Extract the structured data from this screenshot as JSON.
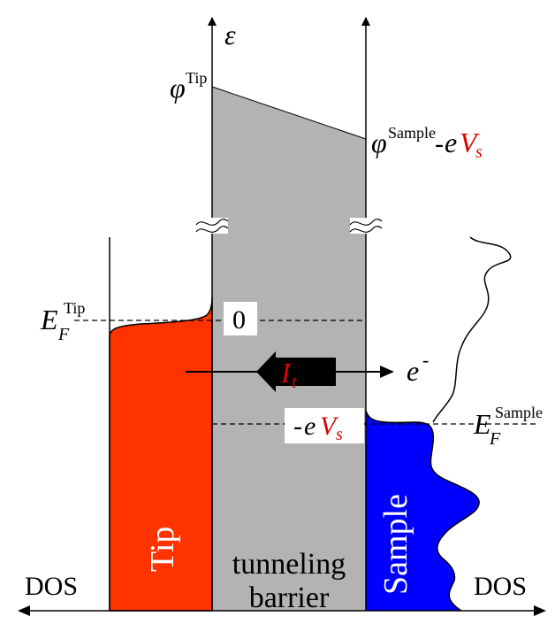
{
  "labels": {
    "energy_axis": "ε",
    "phi_symbol": "φ",
    "phi_tip_sup": "Tip",
    "phi_sample_sup": "Sample",
    "phi_sample_suffix_dash": "-",
    "phi_sample_suffix_e": "e",
    "phi_sample_suffix_V": "V",
    "phi_sample_suffix_s": "s",
    "ef_symbol": "E",
    "ef_sub": "F",
    "ef_tip_sup": "Tip",
    "ef_sample_sup": "Sample",
    "zero_box": "0",
    "neg_ev_dash": "-",
    "neg_ev_e": "e",
    "neg_ev_V": "V",
    "neg_ev_s": "s",
    "current_I": "I",
    "current_sub": "t",
    "electron_e": "e",
    "electron_sup": "-",
    "tip_label": "Tip",
    "sample_label": "Sample",
    "barrier_line1": "tunneling",
    "barrier_line2": "barrier",
    "dos_left": "DOS",
    "dos_right": "DOS"
  },
  "colors": {
    "tip_fill": "#ff3300",
    "sample_fill": "#0000ff",
    "barrier_fill": "#b3b3b3",
    "highlight_red": "#dd0000",
    "line": "#000000"
  }
}
